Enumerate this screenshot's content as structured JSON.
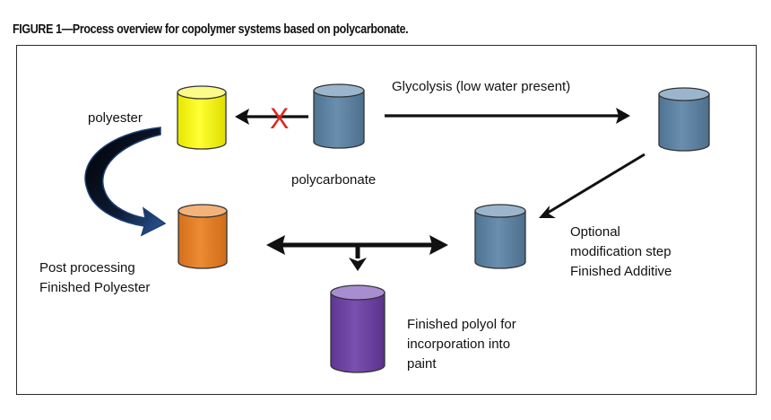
{
  "figure": {
    "title": "FIGURE 1—Process overview for copolymer systems based on polycarbonate."
  },
  "labels": {
    "glycolysis": "Glycolysis (low water present)",
    "polyester": "polyester",
    "polycarbonate": "polycarbonate",
    "post_processing_1": "Post processing",
    "post_processing_2": "Finished Polyester",
    "optional_1": "Optional",
    "optional_2": "modification step",
    "optional_3": "Finished Additive",
    "polyol_1": "Finished polyol for",
    "polyol_2": "incorporation into",
    "polyol_3": "paint"
  },
  "marks": {
    "blocked": "X"
  },
  "colors": {
    "polycarbonate_fill": "#5f85a6",
    "polycarbonate_top": "#9bb6cc",
    "polyester_fill": "#f2f215",
    "polyester_top": "#fbfb8a",
    "finished_polyester_fill": "#e3802a",
    "finished_polyester_top": "#f3b27a",
    "polyol_fill": "#6f45a4",
    "polyol_top": "#a88ed0",
    "x_mark": "#e0261c",
    "arrow": "#111111"
  }
}
